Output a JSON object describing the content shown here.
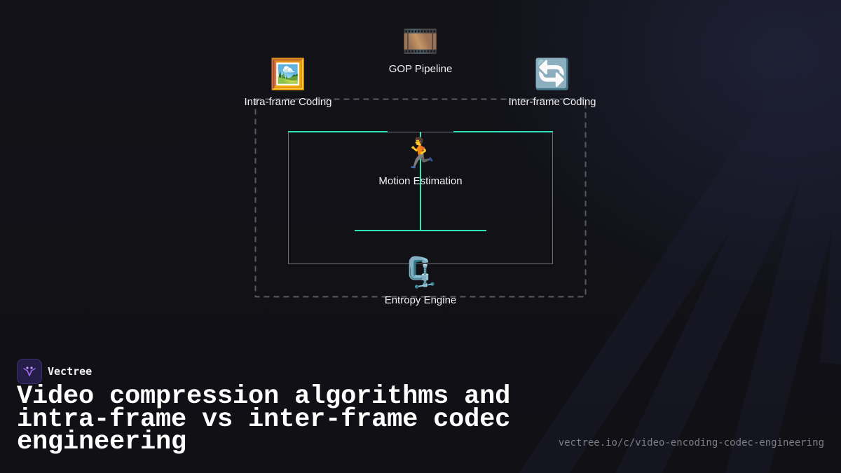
{
  "diagram": {
    "nodes": {
      "gop": {
        "label": "GOP Pipeline",
        "icon": "film-strip-icon",
        "glyph": "🎞️"
      },
      "intra": {
        "label": "Intra-frame Coding",
        "icon": "framed-picture-icon",
        "glyph": "🖼️"
      },
      "inter": {
        "label": "Inter-frame Coding",
        "icon": "counterclockwise-arrows-icon",
        "glyph": "🔄"
      },
      "motion": {
        "label": "Motion Estimation",
        "icon": "person-running-icon",
        "glyph": "🏃"
      },
      "entropy": {
        "label": "Entropy Engine",
        "icon": "clamp-icon",
        "glyph": "🗜️"
      }
    },
    "colors": {
      "accent_line": "#2ee6b8",
      "box_line": "#6b6b73",
      "dashed_line": "#5a5a62"
    }
  },
  "brand": {
    "name": "Vectree",
    "logo_icon": "vectree-logo-icon",
    "logo_color": "#a066e8"
  },
  "title": "Video compression algorithms and intra-frame vs inter-frame codec engineering",
  "url": "vectree.io/c/video-encoding-codec-engineering"
}
